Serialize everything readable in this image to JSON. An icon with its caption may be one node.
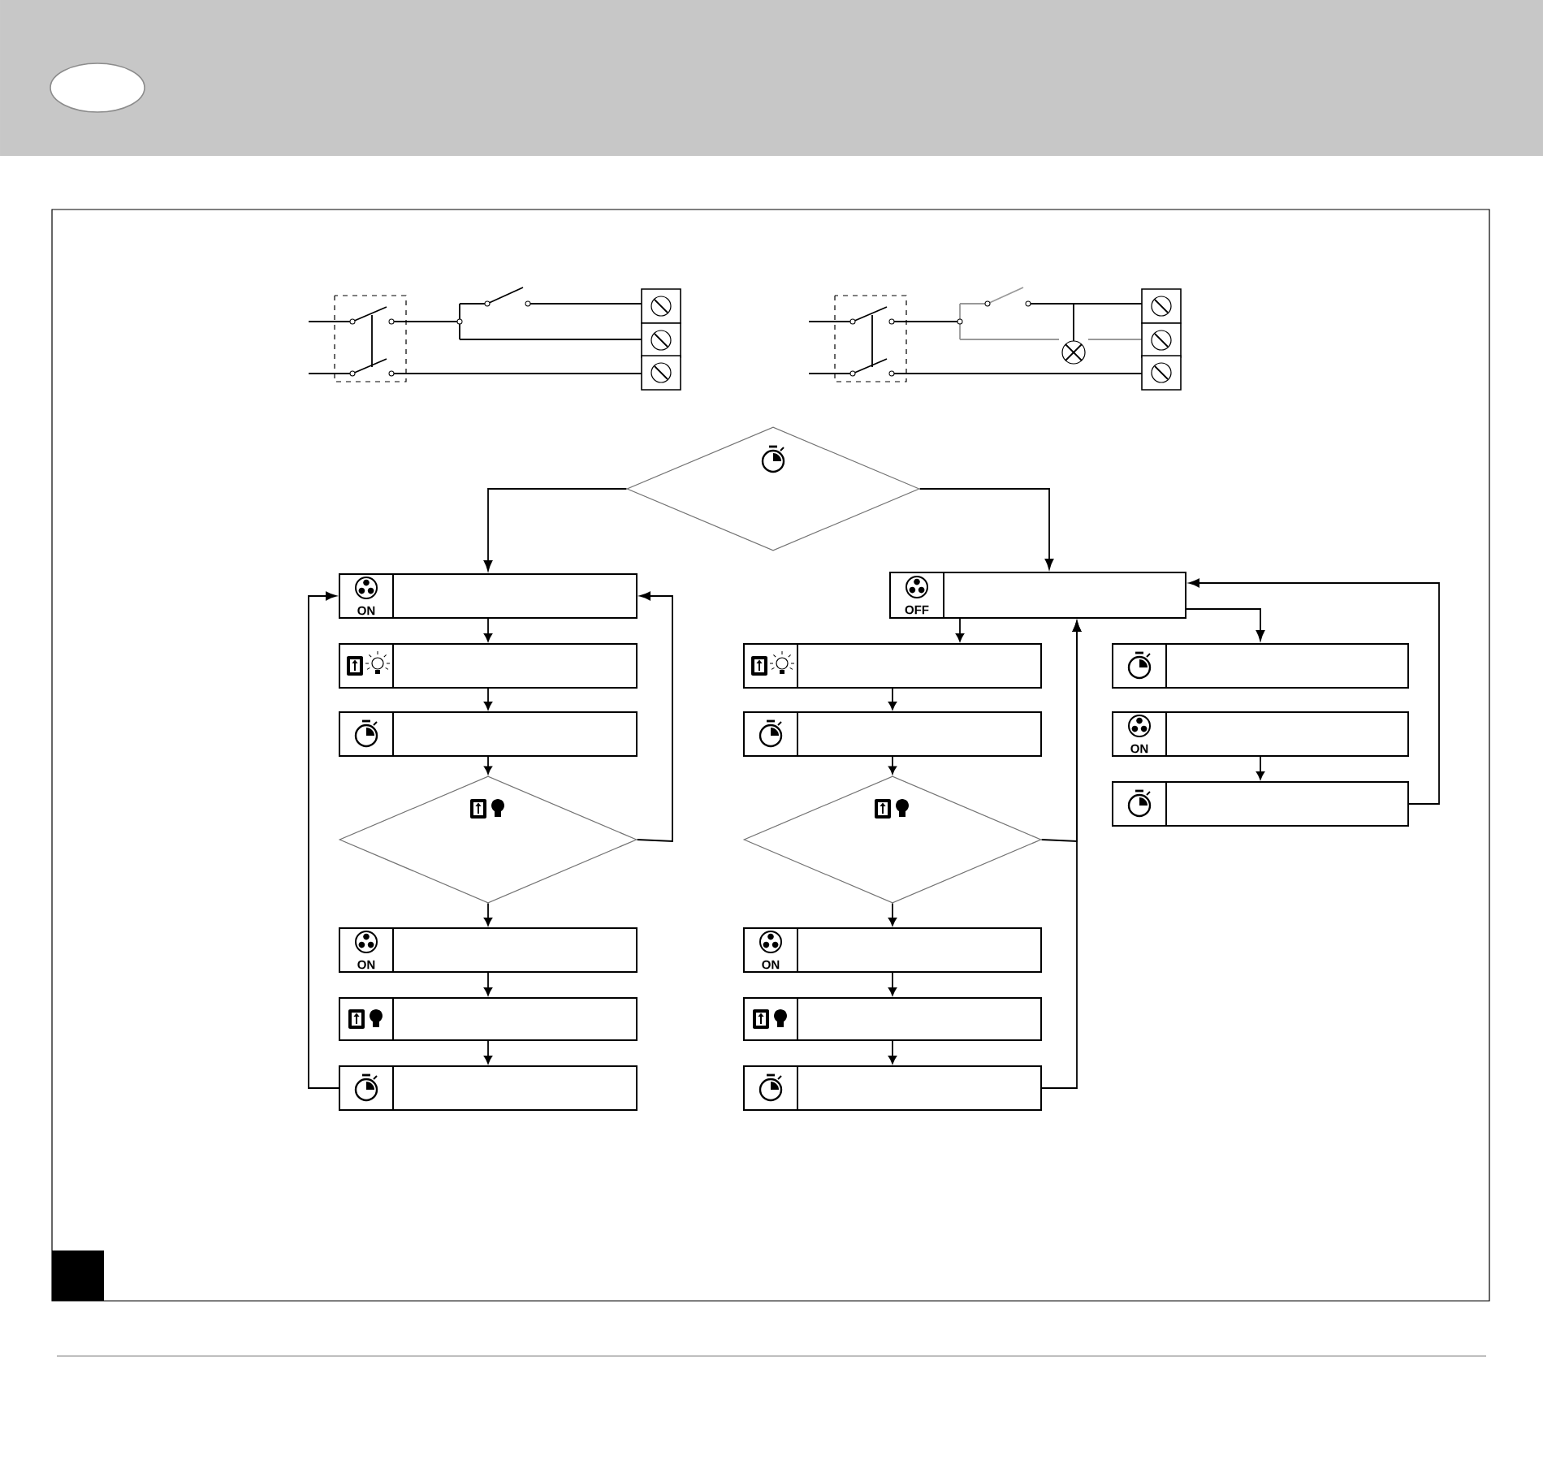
{
  "diagram": {
    "nodes": [
      {
        "text": [],
        "shape": "diamond"
      },
      {
        "text": [
          "ON"
        ]
      },
      {
        "text": [],
        "shape": "box"
      },
      {
        "text": [],
        "shape": "box"
      },
      {
        "text": [],
        "shape": "diamond"
      },
      {
        "text": [
          "ON"
        ]
      },
      {
        "text": [],
        "shape": "box"
      },
      {
        "text": [],
        "shape": "box"
      },
      {
        "text": [
          "OFF"
        ]
      },
      {
        "text": [],
        "shape": "box"
      },
      {
        "text": [],
        "shape": "box"
      },
      {
        "text": [],
        "shape": "diamond"
      },
      {
        "text": [
          "ON"
        ]
      },
      {
        "text": [],
        "shape": "box"
      },
      {
        "text": [],
        "shape": "box"
      },
      {
        "text": [],
        "shape": "box"
      },
      {
        "text": [
          "ON"
        ]
      },
      {
        "text": [],
        "shape": "box"
      }
    ],
    "edges": [
      {
        "from": 0,
        "to": 1,
        "arrow": "to"
      },
      {
        "from": 0,
        "to": 8,
        "arrow": "to"
      },
      {
        "from": 1,
        "to": 2,
        "arrow": "to"
      },
      {
        "from": 2,
        "to": 3,
        "arrow": "to"
      },
      {
        "from": 3,
        "to": 4,
        "arrow": "to"
      },
      {
        "from": 4,
        "to": 5,
        "arrow": "to"
      },
      {
        "from": 5,
        "to": 6,
        "arrow": "to"
      },
      {
        "from": 6,
        "to": 7,
        "arrow": "to"
      },
      {
        "from": 7,
        "to": 1,
        "arrow": "to"
      },
      {
        "from": 4,
        "to": 1,
        "arrow": "to"
      },
      {
        "from": 8,
        "to": 9,
        "arrow": "to"
      },
      {
        "from": 9,
        "to": 10,
        "arrow": "to"
      },
      {
        "from": 10,
        "to": 11,
        "arrow": "to"
      },
      {
        "from": 11,
        "to": 12,
        "arrow": "to"
      },
      {
        "from": 12,
        "to": 13,
        "arrow": "to"
      },
      {
        "from": 13,
        "to": 14,
        "arrow": "to"
      },
      {
        "from": 14,
        "to": 8,
        "arrow": "to"
      },
      {
        "from": 11,
        "to": 8,
        "arrow": "to"
      },
      {
        "from": 8,
        "to": 15,
        "arrow": "to"
      },
      {
        "from": 16,
        "to": 17,
        "arrow": "to"
      },
      {
        "from": 17,
        "to": 8,
        "arrow": "to"
      }
    ]
  }
}
